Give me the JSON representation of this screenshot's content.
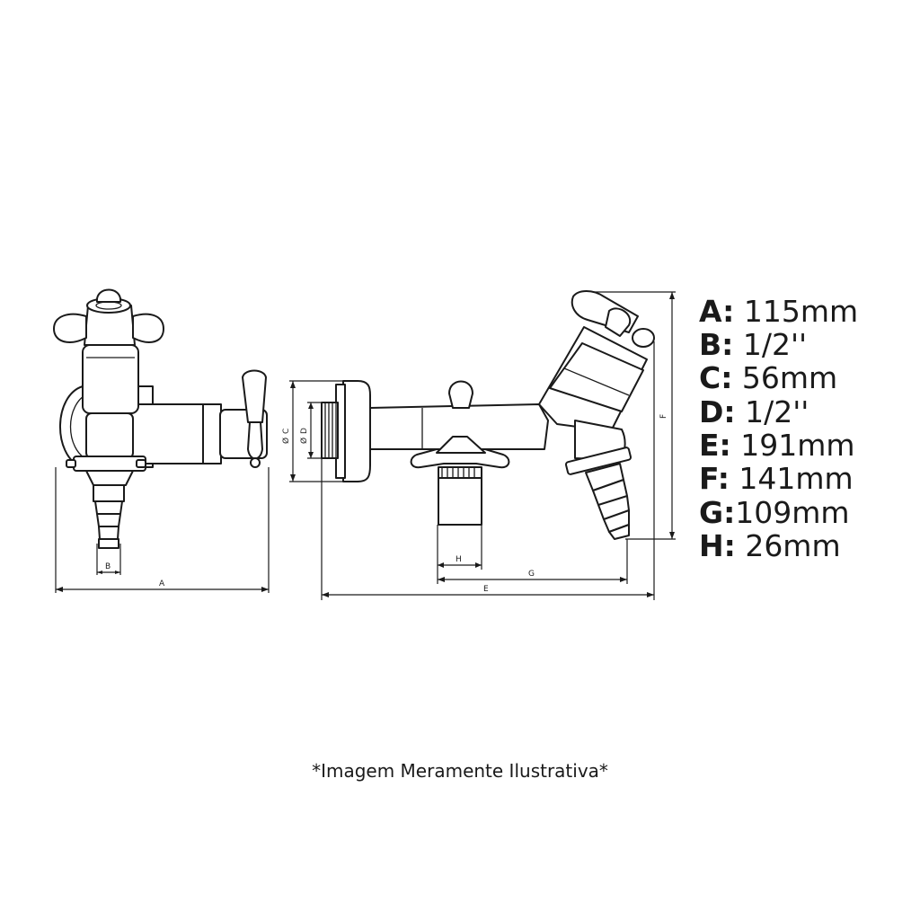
{
  "labels": {
    "A": "A",
    "B": "B",
    "C": "C",
    "D": "D",
    "E": "E",
    "F": "F",
    "G": "G",
    "H": "H",
    "dia": "Ø"
  },
  "specs": [
    {
      "key": "A:",
      "value": " 115mm"
    },
    {
      "key": "B:",
      "value": " 1/2''"
    },
    {
      "key": "C:",
      "value": " 56mm"
    },
    {
      "key": "D:",
      "value": " 1/2''"
    },
    {
      "key": "E:",
      "value": " 191mm"
    },
    {
      "key": "F:",
      "value": " 141mm"
    },
    {
      "key": "G:",
      "value": "109mm"
    },
    {
      "key": "H:",
      "value": " 26mm"
    }
  ],
  "note": "*Imagem Meramente Ilustrativa*"
}
